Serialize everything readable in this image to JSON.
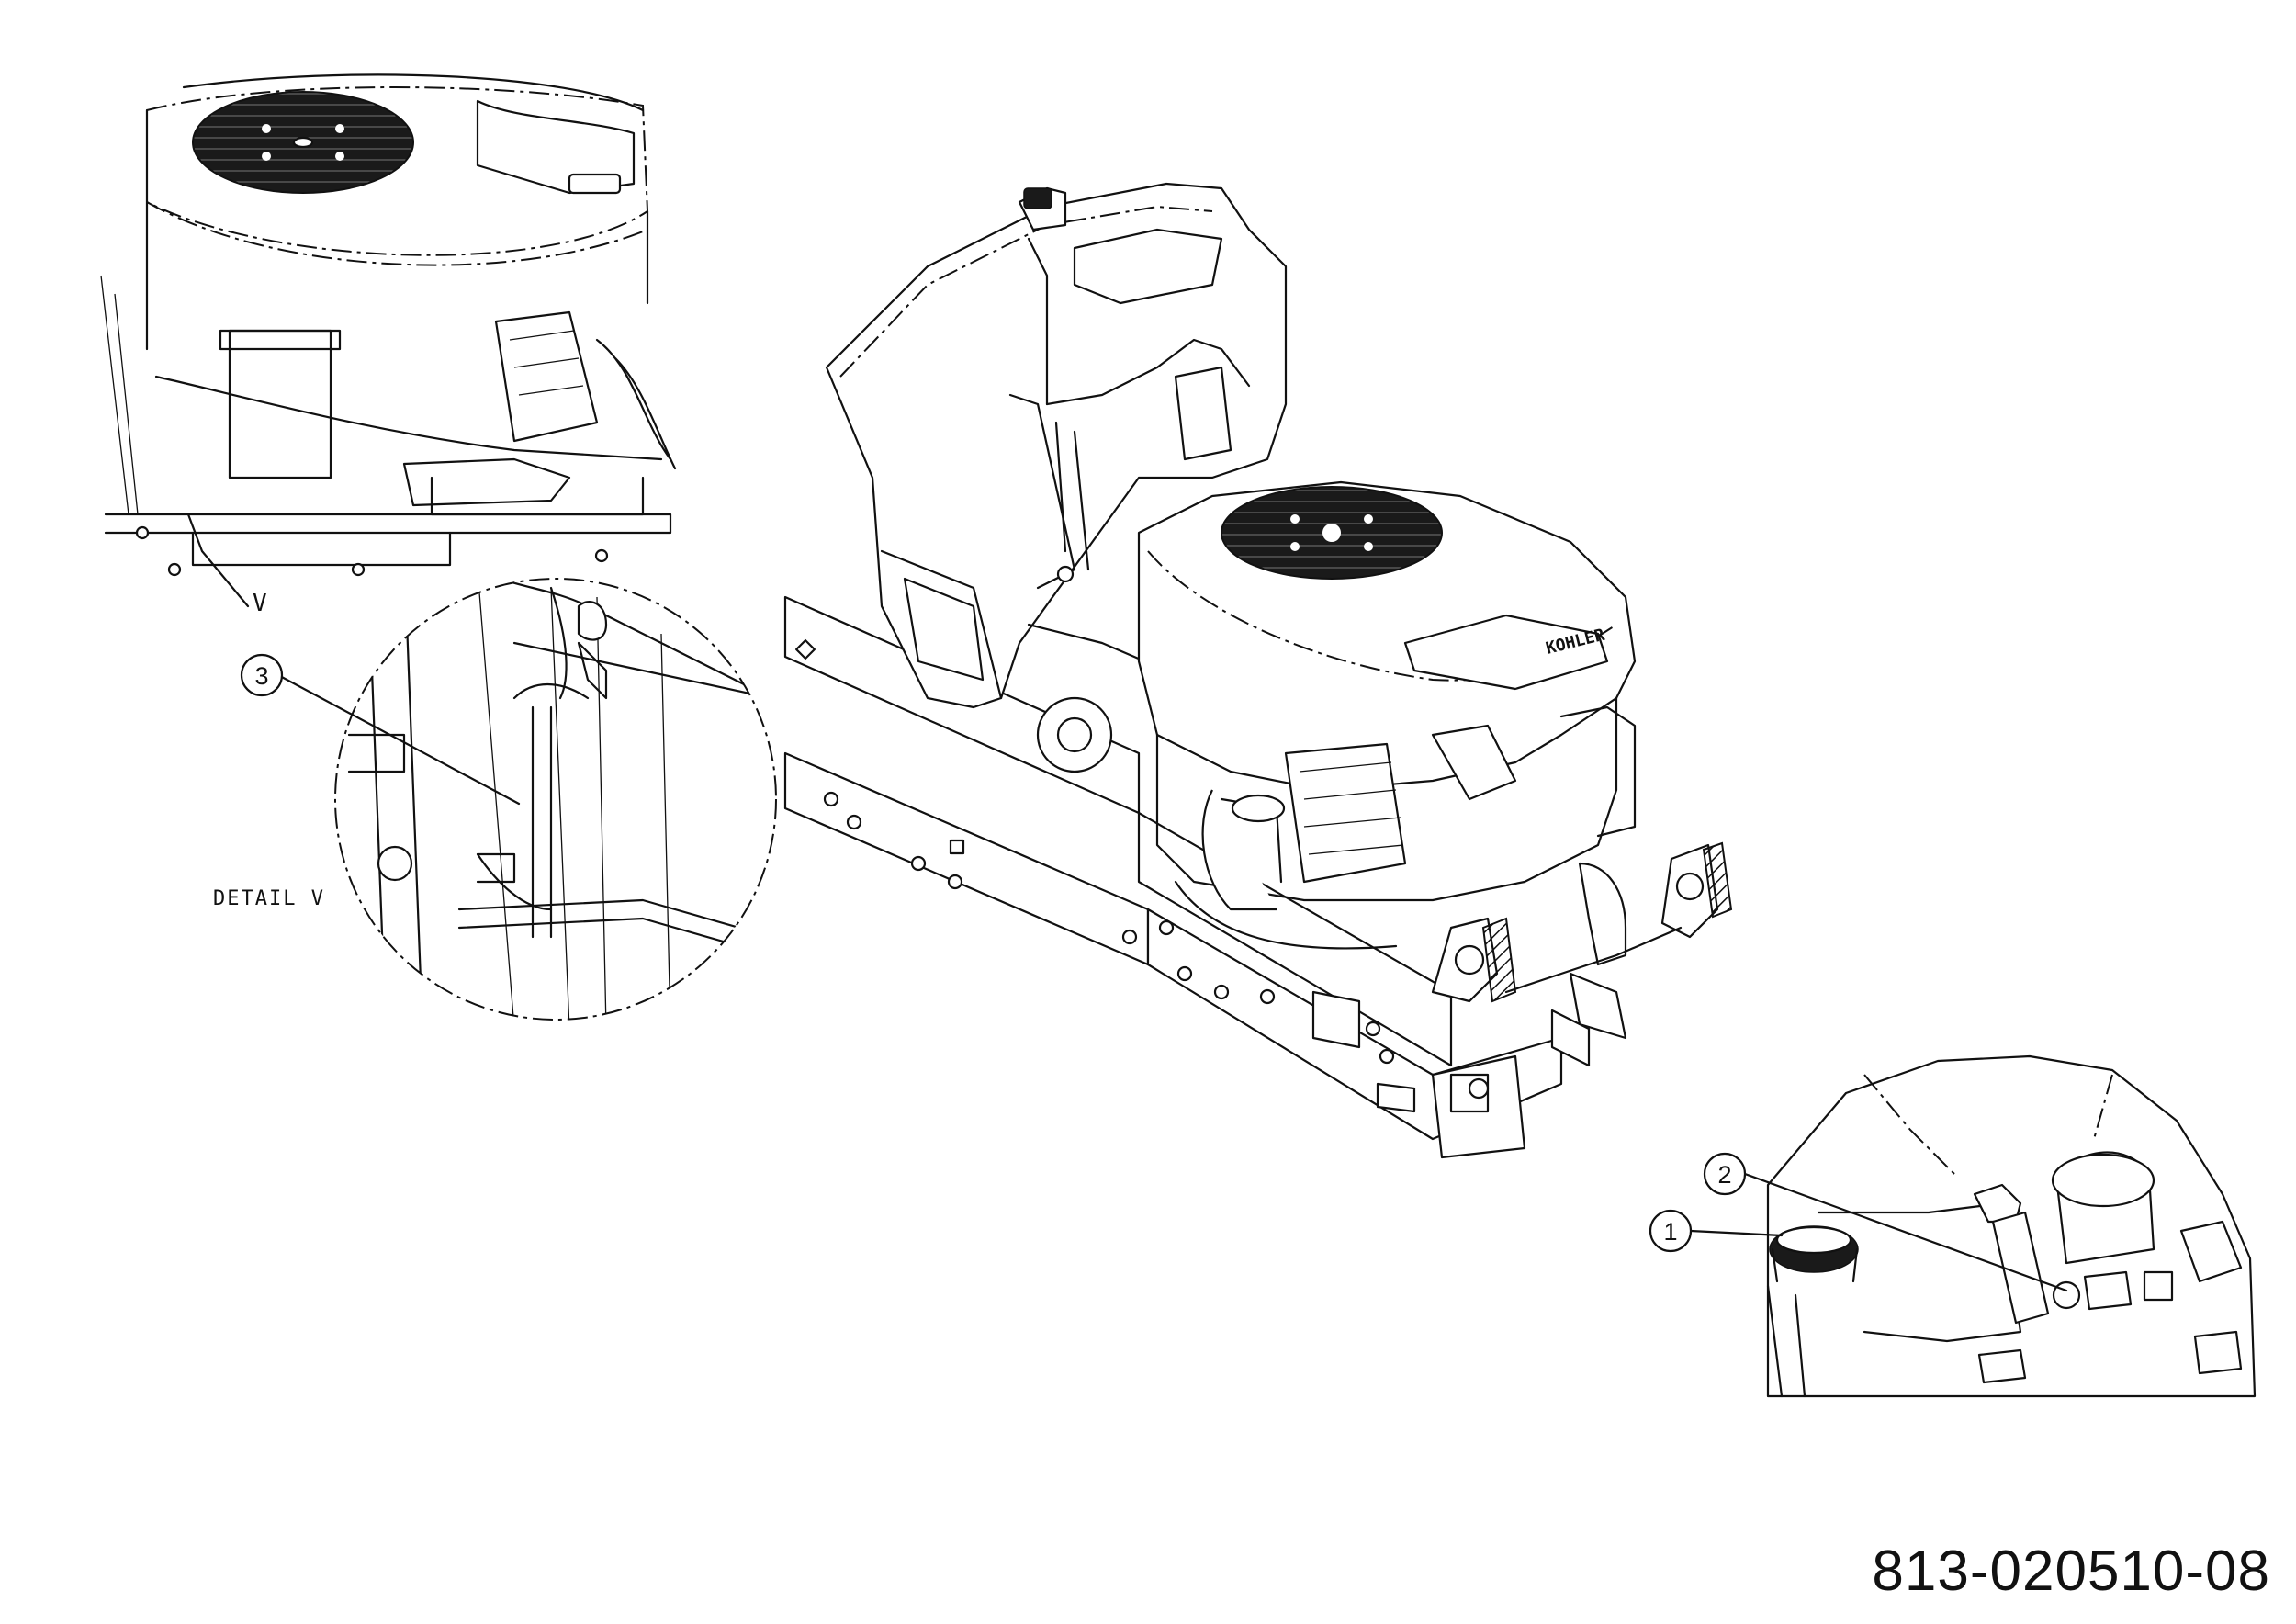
{
  "drawing": {
    "drawing_number": "813-020510-08",
    "detail_label": "DETAIL V",
    "view_marker": "V",
    "engine_brand": "KOHLER",
    "callouts": [
      {
        "number": "1"
      },
      {
        "number": "2"
      },
      {
        "number": "3"
      }
    ]
  }
}
